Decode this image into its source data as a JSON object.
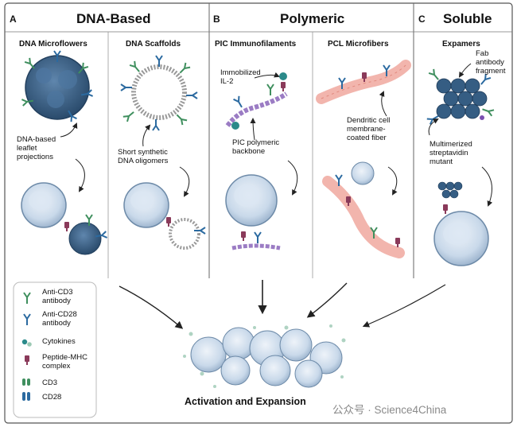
{
  "sections": [
    {
      "letter": "A",
      "title": "DNA-Based"
    },
    {
      "letter": "B",
      "title": "Polymeric"
    },
    {
      "letter": "C",
      "title": "Soluble"
    }
  ],
  "columns": [
    {
      "title": "DNA Microflowers"
    },
    {
      "title": "DNA Scaffolds"
    },
    {
      "title": "PIC Immunofilaments"
    },
    {
      "title": "PCL Microfibers"
    },
    {
      "title": "Expamers"
    }
  ],
  "labels": {
    "dna_leaflet": "DNA-based\nleaflet\nprojections",
    "short_oligos": "Short synthetic\nDNA oligomers",
    "il2": "Immobilized\nIL-2",
    "pic_backbone": "PIC polymeric\nbackbone",
    "dendritic": "Dendritic cell\nmembrane-\ncoated fiber",
    "fab": "Fab\nantibody\nfragment",
    "streptavidin": "Multimerized\nstreptavidin\nmutant"
  },
  "legend": [
    {
      "icon": "anti-cd3-icon",
      "label": "Anti-CD3\nantibody"
    },
    {
      "icon": "anti-cd28-icon",
      "label": "Anti-CD28\nantibody"
    },
    {
      "icon": "cytokines-icon",
      "label": "Cytokines"
    },
    {
      "icon": "peptide-mhc-icon",
      "label": "Peptide-MHC\ncomplex"
    },
    {
      "icon": "cd3-icon",
      "label": "CD3"
    },
    {
      "icon": "cd28-icon",
      "label": "CD28"
    }
  ],
  "outcome": "Activation and Expansion",
  "watermark": "公众号 · Science4China",
  "colors": {
    "cell": "#c9d9ea",
    "cell_edge": "#6d8aa8",
    "microflower": "#355d83",
    "fiber": "#f2b5ad",
    "polymer": "#9b7cc4",
    "anti_cd3": "#3f8f5e",
    "anti_cd28": "#2b6aa0",
    "pmhc": "#8a3a5a",
    "border": "#555555"
  }
}
